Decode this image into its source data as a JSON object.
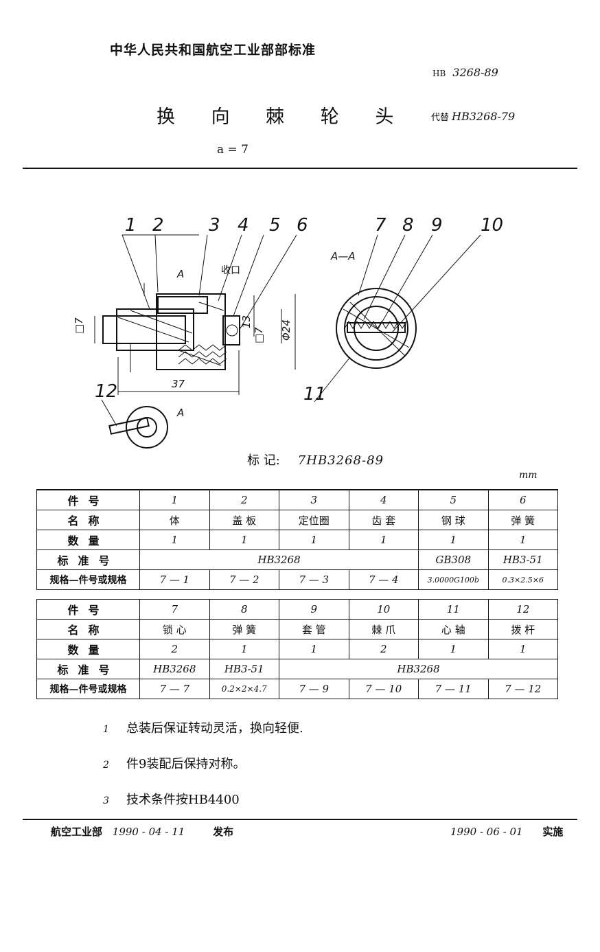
{
  "header": {
    "organization": "中华人民共和国航空工业部部标准",
    "code_label": "HB",
    "code": "3268-89",
    "title": "换 向 棘 轮 头",
    "replaces_label": "代替",
    "replaces": "HB3268-79",
    "subtitle": "a = 7"
  },
  "drawing": {
    "callouts_top": [
      "1",
      "2",
      "3",
      "4",
      "5",
      "6"
    ],
    "callouts_section": [
      "7",
      "8",
      "9",
      "10"
    ],
    "callout_11": "11",
    "callout_12": "12",
    "section_label": "A—A",
    "view_mark_top": "A",
    "view_mark_bottom": "A",
    "note_shoukou": "收口",
    "dim_square": "□7",
    "dim_square_right": "□7",
    "dim_13": "13",
    "dim_dia": "Φ24",
    "dim_length": "37"
  },
  "marking": {
    "label": "标 记:",
    "value": "7HB3268-89"
  },
  "unit": "mm",
  "table1": {
    "rows": [
      {
        "header": "件号",
        "cells": [
          "1",
          "2",
          "3",
          "4",
          "5",
          "6"
        ]
      },
      {
        "header": "名称",
        "cells": [
          "体",
          "盖 板",
          "定位圈",
          "齿 套",
          "钢 球",
          "弹 簧"
        ]
      },
      {
        "header": "数量",
        "cells": [
          "1",
          "1",
          "1",
          "1",
          "1",
          "1"
        ]
      },
      {
        "header": "标准号",
        "cells": [
          "HB3268",
          "GB308",
          "HB3-51"
        ]
      },
      {
        "header": "规格—件号或规格",
        "cells": [
          "7 — 1",
          "7 — 2",
          "7 — 3",
          "7 — 4",
          "3.0000G100b",
          "0.3×2.5×6"
        ]
      }
    ]
  },
  "table2": {
    "rows": [
      {
        "header": "件号",
        "cells": [
          "7",
          "8",
          "9",
          "10",
          "11",
          "12"
        ]
      },
      {
        "header": "名称",
        "cells": [
          "锁 心",
          "弹 簧",
          "套 管",
          "棘 爪",
          "心 轴",
          "拨 杆"
        ]
      },
      {
        "header": "数量",
        "cells": [
          "2",
          "1",
          "1",
          "2",
          "1",
          "1"
        ]
      },
      {
        "header": "标准号",
        "cells": [
          "HB3268",
          "HB3-51",
          "HB3268"
        ]
      },
      {
        "header": "规格—件号或规格",
        "cells": [
          "7 — 7",
          "0.2×2×4.7",
          "7 — 9",
          "7 — 10",
          "7 — 11",
          "7 — 12"
        ]
      }
    ]
  },
  "notes": [
    {
      "num": "1",
      "text": "总装后保证转动灵活，换向轻便."
    },
    {
      "num": "2",
      "text": "件9装配后保持对称。"
    },
    {
      "num": "3",
      "text": "技术条件按HB4400"
    }
  ],
  "footer": {
    "issuer": "航空工业部",
    "issue_date": "1990 - 04 - 11",
    "issue_label": "发布",
    "effective_date": "1990 - 06 - 01",
    "effective_label": "实施"
  }
}
